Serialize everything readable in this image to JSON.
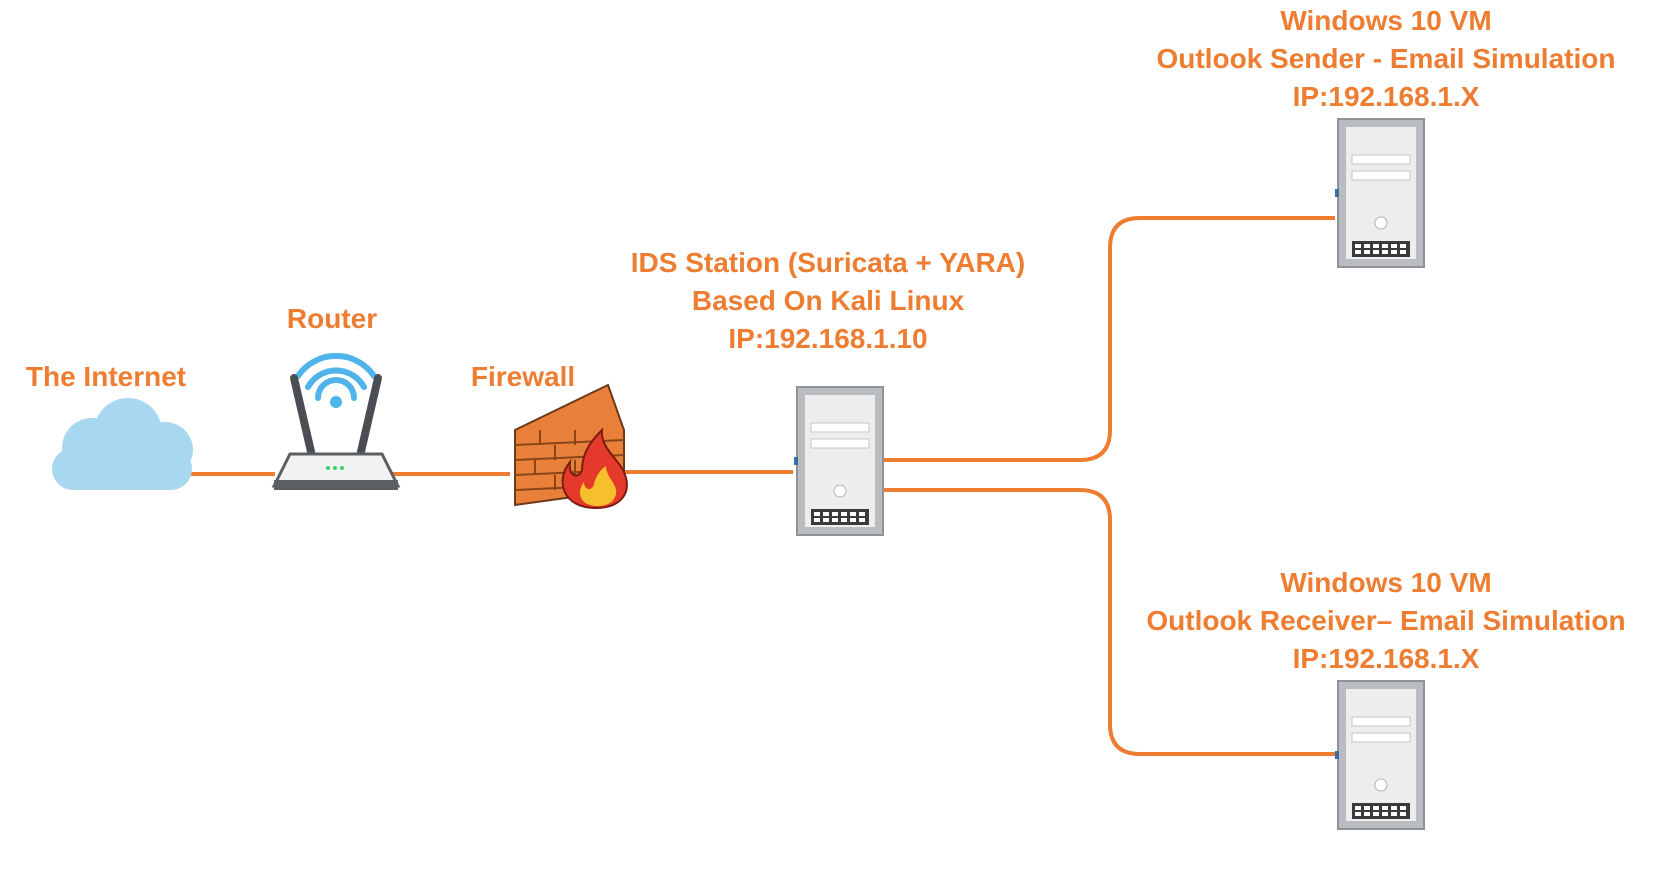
{
  "colors": {
    "link": "#ee7d31",
    "label": "#ee7d31",
    "cloud": "#a7d8ef",
    "wifi": "#4fb4ea",
    "brick": "#e9803a",
    "flame": "#e53a2b",
    "server": "#b9bcc0"
  },
  "nodes": {
    "internet": {
      "label": "The Internet",
      "icon": "cloud-icon"
    },
    "router": {
      "label": "Router",
      "icon": "wifi-router-icon"
    },
    "firewall": {
      "label": "Firewall",
      "icon": "firewall-icon"
    },
    "ids": {
      "line1": "IDS Station (Suricata + YARA)",
      "line2": "Based On Kali Linux",
      "line3": "IP:192.168.1.10",
      "icon": "server-icon"
    },
    "sender": {
      "line1": "Windows 10 VM",
      "line2": "Outlook Sender - Email Simulation",
      "line3": "IP:192.168.1.X",
      "icon": "server-icon"
    },
    "receiver": {
      "line1": "Windows 10 VM",
      "line2": "Outlook Receiver– Email Simulation",
      "line3": "IP:192.168.1.X",
      "icon": "server-icon"
    }
  }
}
